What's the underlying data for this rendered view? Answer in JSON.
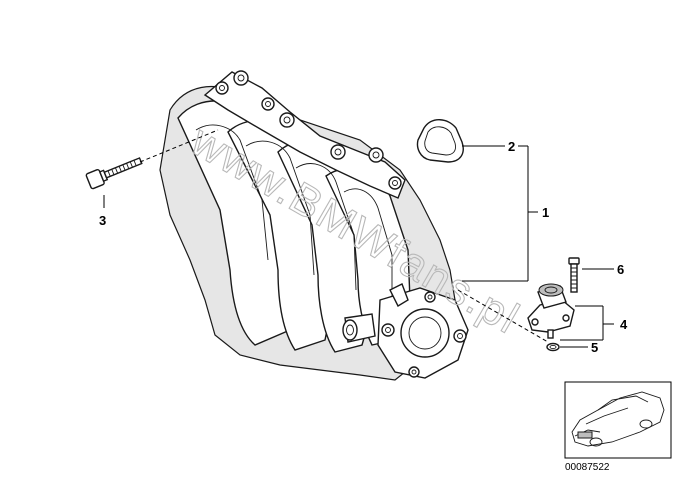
{
  "diagram": {
    "callouts": [
      {
        "id": "1",
        "label": "1"
      },
      {
        "id": "2",
        "label": "2"
      },
      {
        "id": "3",
        "label": "3"
      },
      {
        "id": "4",
        "label": "4"
      },
      {
        "id": "5",
        "label": "5"
      },
      {
        "id": "6",
        "label": "6"
      }
    ],
    "watermark": "www.BMWfans.pl",
    "document_number": "00087522",
    "colors": {
      "line": "#000000",
      "shade": "#e6e6e6",
      "watermark": "#b8b8b8"
    }
  }
}
